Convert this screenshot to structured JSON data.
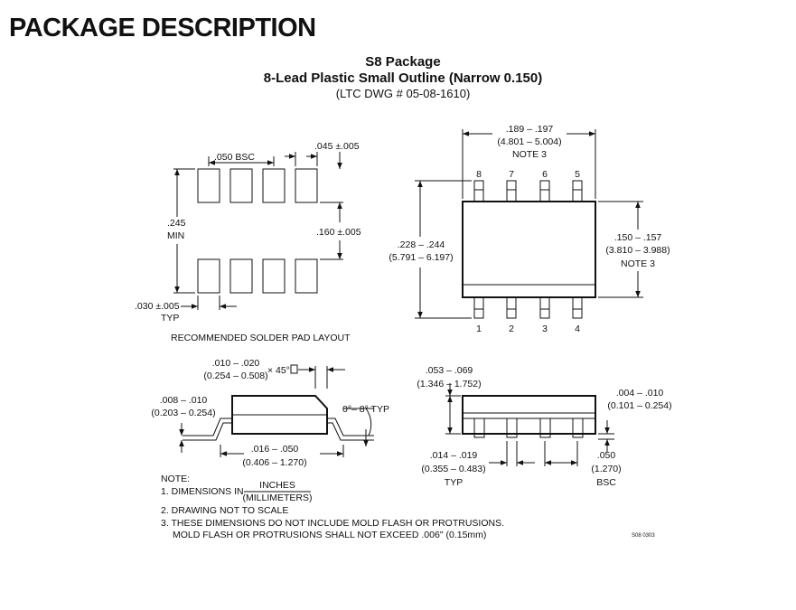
{
  "header": {
    "section_title": "PACKAGE DESCRIPTION",
    "package_name": "S8 Package",
    "package_desc": "8-Lead Plastic Small Outline (Narrow 0.150)",
    "drawing_ref": "(LTC DWG # 05-08-1610)"
  },
  "solder_pad": {
    "pitch": ".050 BSC",
    "pad_width": ".045 ±.005",
    "height_in": ".245",
    "height_min": "MIN",
    "pad_length": ".160 ±.005",
    "pad_gap": ".030 ±.005",
    "pad_gap_typ": "TYP",
    "caption": "RECOMMENDED SOLDER PAD LAYOUT"
  },
  "top_view": {
    "width_in": ".189 – .197",
    "width_mm": "(4.801 – 5.004)",
    "width_note": "NOTE 3",
    "pins_top": [
      "8",
      "7",
      "6",
      "5"
    ],
    "pins_bottom": [
      "1",
      "2",
      "3",
      "4"
    ],
    "span_in": ".228 – .244",
    "span_mm": "(5.791 – 6.197)",
    "body_in": ".150 – .157",
    "body_mm": "(3.810 – 3.988)",
    "body_note": "NOTE 3"
  },
  "side_view": {
    "chamfer_in": ".010 – .020",
    "chamfer_mm": "(0.254 – 0.508)",
    "chamfer_angle": "× 45°",
    "lead_thk_in": ".008 – .010",
    "lead_thk_mm": "(0.203 – 0.254)",
    "angle": "0°– 8° TYP",
    "foot_in": ".016 – .050",
    "foot_mm": "(0.406 – 1.270)"
  },
  "end_view": {
    "height_in": ".053 – .069",
    "height_mm": "(1.346 – 1.752)",
    "standoff_in": ".004 – .010",
    "standoff_mm": "(0.101 – 0.254)",
    "lead_w_in": ".014 – .019",
    "lead_w_mm": "(0.355 – 0.483)",
    "lead_w_typ": "TYP",
    "pitch_in": ".050",
    "pitch_mm": "(1.270)",
    "pitch_bsc": "BSC"
  },
  "notes": {
    "title": "NOTE:",
    "n1_prefix": "1. DIMENSIONS IN",
    "n1_num": "INCHES",
    "n1_den": "(MILLIMETERS)",
    "n2": "2. DRAWING NOT TO SCALE",
    "n3a": "3. THESE DIMENSIONS DO NOT INCLUDE MOLD FLASH OR PROTRUSIONS.",
    "n3b": "MOLD FLASH OR PROTRUSIONS SHALL NOT EXCEED .006\" (0.15mm)"
  },
  "doc_code": "S08 0303"
}
